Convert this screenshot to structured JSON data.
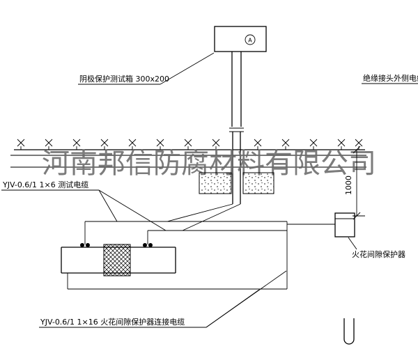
{
  "labels": {
    "test_box": "阴极保护测试箱 300x200",
    "outer_cable": "绝缘接头外侧电缆",
    "test_cable": "YJV-0.6/1  1×6   测试电缆",
    "spark_gap": "火花间隙保护器",
    "connection_cable": "YJV-0.6/1  1×16   火花间隙保护器连接电缆",
    "dim_1000": "1000",
    "meter": "A"
  },
  "watermark": "河南邦信防腐材料有限公司",
  "colors": {
    "line": "#000000",
    "watermark": "#6b6b6b",
    "background": "#ffffff"
  }
}
